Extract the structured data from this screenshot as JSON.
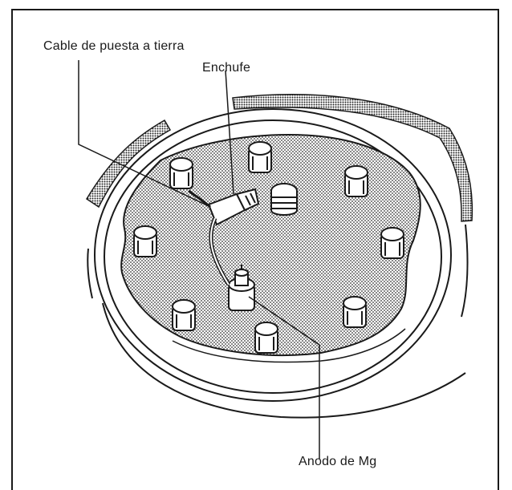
{
  "labels": {
    "ground_cable": "Cable de puesta a tierra",
    "plug": "Enchufe",
    "anode": "Anodo de Mg"
  }
}
